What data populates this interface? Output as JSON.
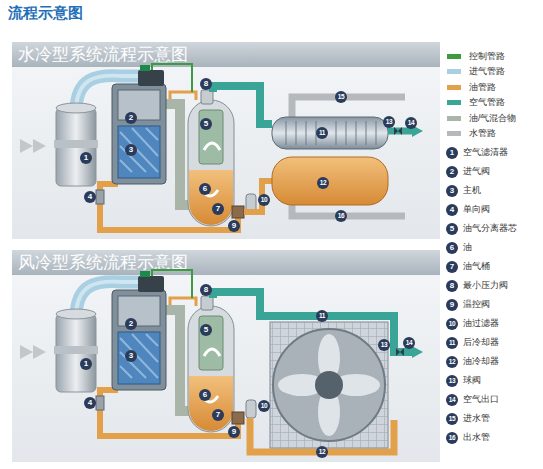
{
  "diagram": {
    "title": "流程示意图",
    "nodes": [
      {
        "text": [
          "水冷型系统流程示意图"
        ]
      },
      {
        "text": [
          "风冷型系统流程示意图"
        ]
      }
    ],
    "labels": [
      "1",
      "2",
      "3",
      "4",
      "5",
      "6",
      "7",
      "8",
      "9",
      "10",
      "11",
      "12",
      "13",
      "14",
      "15",
      "16",
      "1",
      "2",
      "3",
      "4",
      "5",
      "6",
      "7",
      "8",
      "9",
      "10",
      "11",
      "12",
      "13",
      "14",
      "1",
      "空气滤清器",
      "2",
      "进气阀",
      "3",
      "主机",
      "4",
      "单向阀",
      "5",
      "油气分离器芯",
      "6",
      "油",
      "7",
      "油气桶",
      "8",
      "最小压力阀",
      "9",
      "温控阀",
      "10",
      "油过滤器",
      "11",
      "后冷却器",
      "12",
      "油冷却器",
      "13",
      "球阀",
      "14",
      "空气出口",
      "15",
      "进水管",
      "16",
      "出水管"
    ],
    "legend": [
      {
        "text": "控制管路",
        "color": "#3d9b3f"
      },
      {
        "text": "进气管路",
        "color": "#a9cfe3"
      },
      {
        "text": "油管路",
        "color": "#e3a04a"
      },
      {
        "text": "空气管路",
        "color": "#3aa596"
      },
      {
        "text": "油/气混合物",
        "color": "#a9b5a8"
      },
      {
        "text": "水管路",
        "color": "#b5b9bd"
      }
    ]
  }
}
